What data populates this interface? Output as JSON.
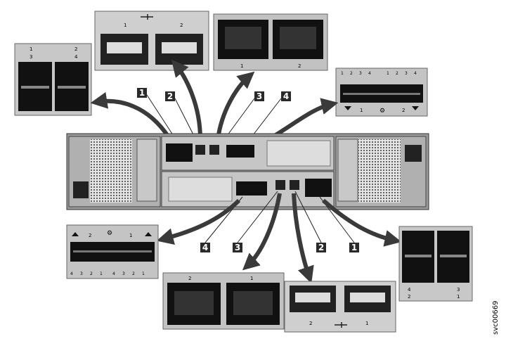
{
  "callouts": {
    "top": [
      {
        "number": "1",
        "target": "sfp-top-left"
      },
      {
        "number": "2",
        "target": "usb-top"
      },
      {
        "number": "3",
        "target": "ethernet-top"
      },
      {
        "number": "4",
        "target": "sas-top"
      }
    ],
    "bottom": [
      {
        "number": "4",
        "target": "sas-bottom"
      },
      {
        "number": "3",
        "target": "ethernet-bottom"
      },
      {
        "number": "2",
        "target": "usb-bottom"
      },
      {
        "number": "1",
        "target": "sfp-bottom-right"
      }
    ]
  },
  "port_labels": {
    "sfp_top": {
      "row1": [
        "1",
        "2"
      ],
      "row2": [
        "3",
        "4"
      ]
    },
    "usb_top": [
      "1",
      "2"
    ],
    "ethernet_top": [
      "1",
      "2"
    ],
    "sas_top": {
      "left": [
        "1",
        "2",
        "3",
        "4"
      ],
      "right": [
        "1",
        "2",
        "3",
        "4"
      ],
      "bottom": [
        "1",
        "2"
      ]
    },
    "sas_bottom": {
      "top": [
        "2",
        "1"
      ],
      "bottom": [
        "4",
        "3",
        "2",
        "1",
        "4",
        "3",
        "2",
        "1"
      ]
    },
    "ethernet_bottom": [
      "2",
      "1"
    ],
    "usb_bottom": [
      "2",
      "1"
    ],
    "sfp_bottom": {
      "row1": [
        "4",
        "3"
      ],
      "row2": [
        "2",
        "1"
      ]
    }
  },
  "figure_id": "svc00669",
  "colors": {
    "callout_bg": "#2a2a2a",
    "arrow": "#3a3a3a",
    "panel": "#bdbdbd"
  }
}
